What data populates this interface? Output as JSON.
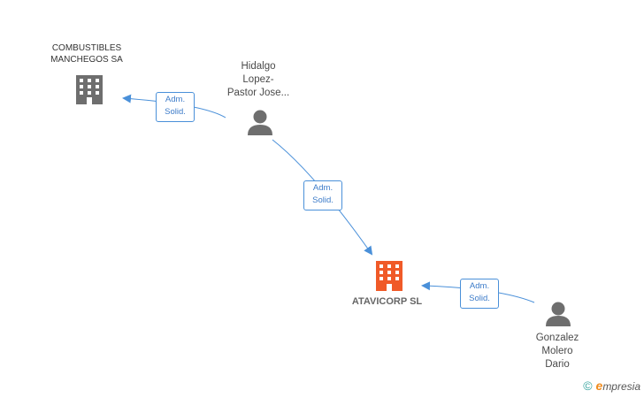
{
  "colors": {
    "edge": "#4a90d9",
    "company_main": "#f05a28",
    "company": "#6e6e6e",
    "person": "#6e6e6e"
  },
  "nodes": {
    "combustibles": {
      "lines": [
        "COMBUSTIBLES",
        "MANCHEGOS SA"
      ],
      "icon": "building-icon"
    },
    "hidalgo": {
      "lines": [
        "Hidalgo",
        "Lopez-",
        "Pastor Jose..."
      ],
      "icon": "person-icon"
    },
    "atavicorp": {
      "lines": [
        "ATAVICORP SL"
      ],
      "icon": "building-icon"
    },
    "gonzalez": {
      "lines": [
        "Gonzalez",
        "Molero",
        "Dario"
      ],
      "icon": "person-icon"
    }
  },
  "edges": [
    {
      "label": [
        "Adm.",
        "Solid."
      ]
    },
    {
      "label": [
        "Adm.",
        "Solid."
      ]
    },
    {
      "label": [
        "Adm.",
        "Solid."
      ]
    }
  ],
  "brand": {
    "copyright": "©",
    "e": "e",
    "name": "mpresia"
  }
}
